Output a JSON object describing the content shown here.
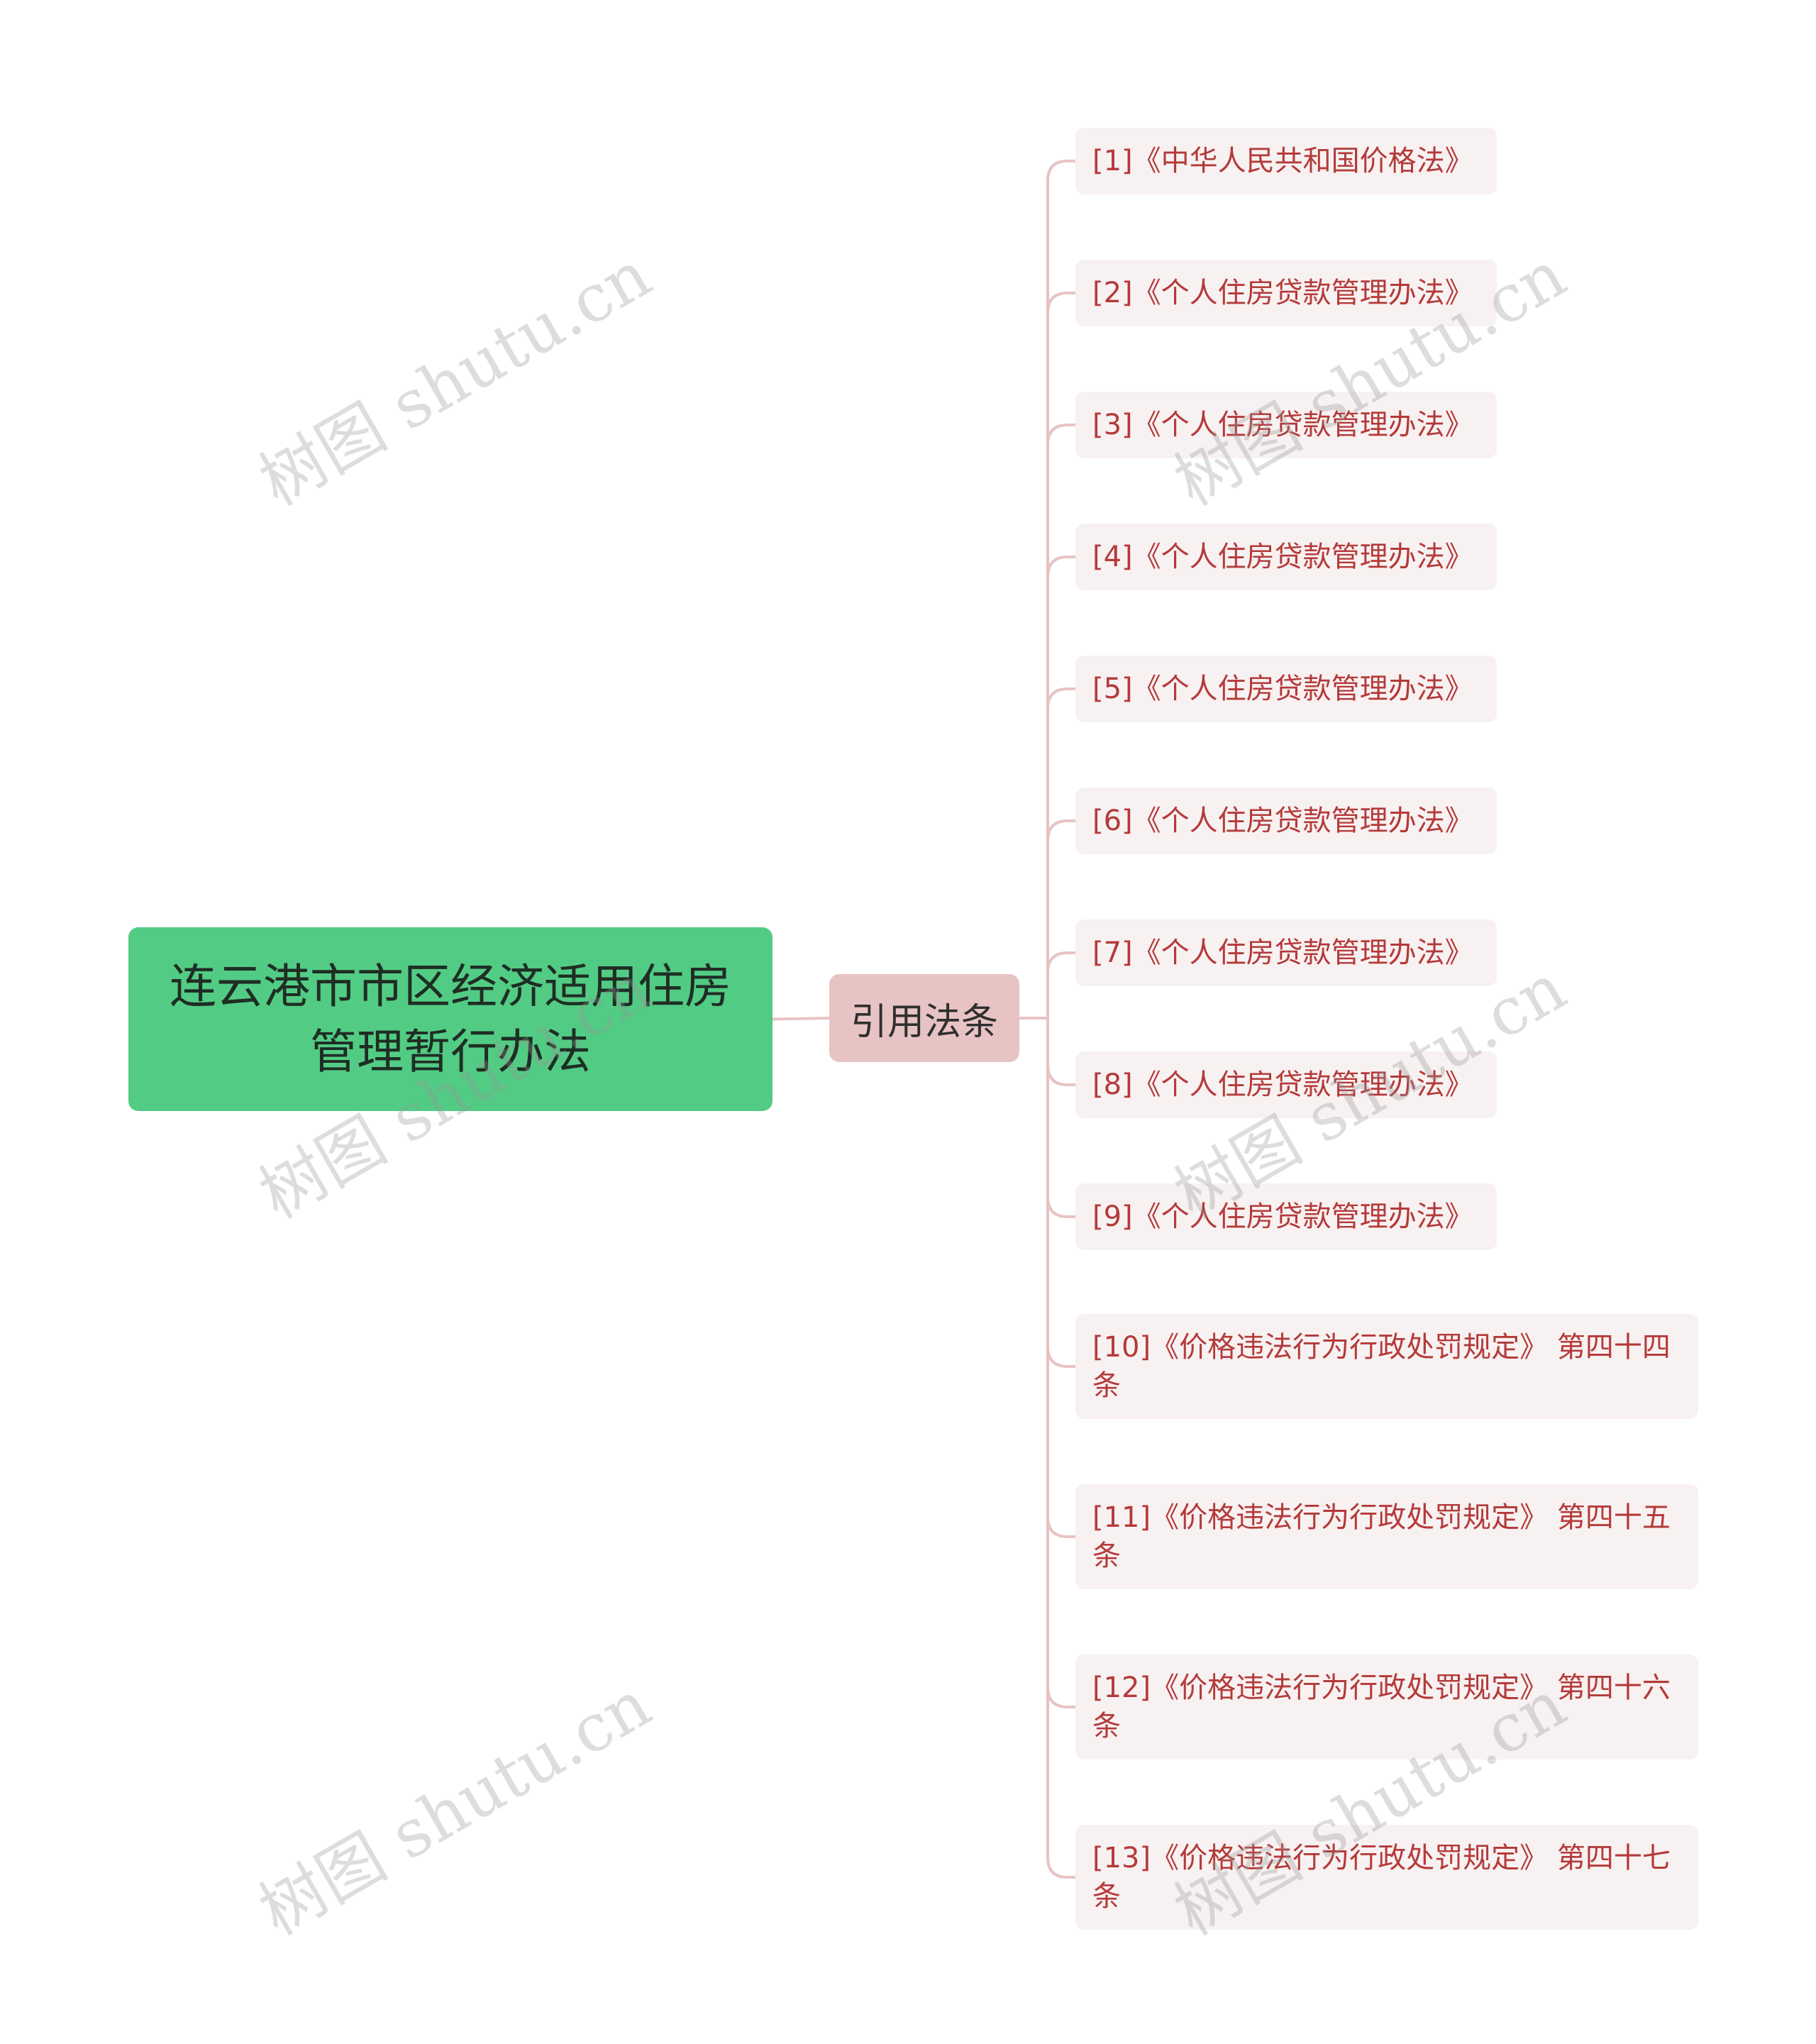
{
  "root": {
    "label": "连云港市市区经济适用住房管理暂行办法"
  },
  "branch": {
    "label": "引用法条"
  },
  "leaves": [
    "[1]《中华人民共和国价格法》",
    "[2]《个人住房贷款管理办法》",
    "[3]《个人住房贷款管理办法》",
    "[4]《个人住房贷款管理办法》",
    "[5]《个人住房贷款管理办法》",
    "[6]《个人住房贷款管理办法》",
    "[7]《个人住房贷款管理办法》",
    "[8]《个人住房贷款管理办法》",
    "[9]《个人住房贷款管理办法》",
    "[10]《价格违法行为行政处罚规定》 第四十四条",
    "[11]《价格违法行为行政处罚规定》 第四十五条",
    "[12]《价格违法行为行政处罚规定》 第四十六条",
    "[13]《价格违法行为行政处罚规定》 第四十七条"
  ],
  "watermark": "树图 shutu.cn",
  "colors": {
    "root": "#52cc84",
    "branch": "#e8c3c3",
    "leaf_bg": "#f8f1f1",
    "leaf_text": "#b43a3a",
    "line": "#e8c3c3"
  }
}
